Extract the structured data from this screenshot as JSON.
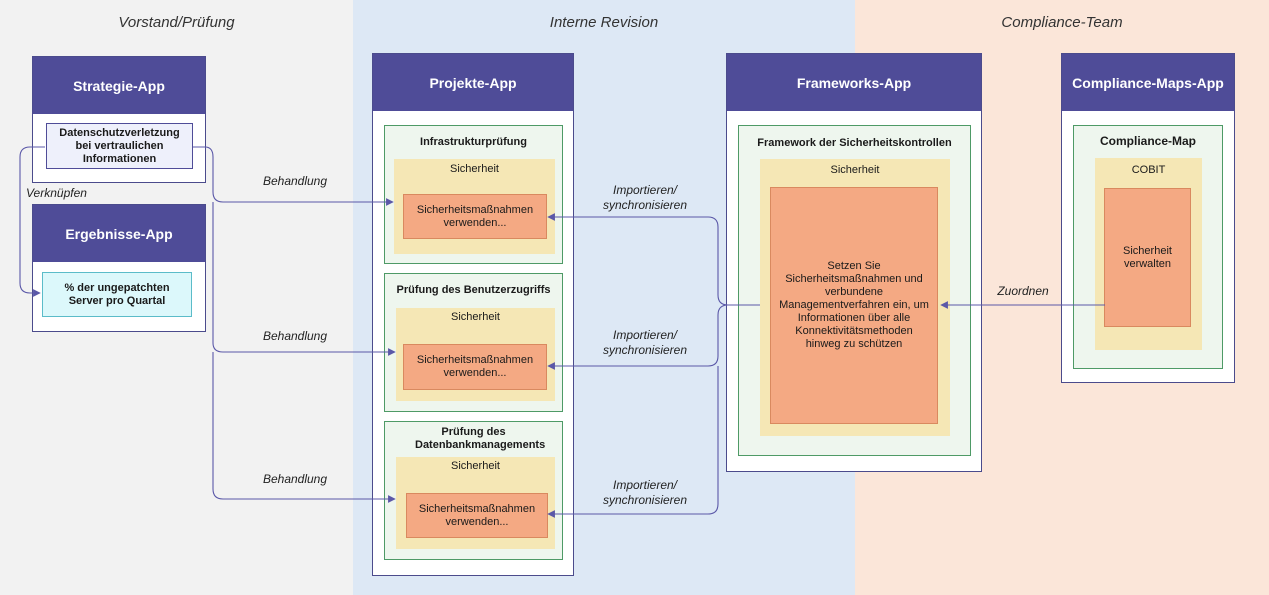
{
  "lanes": {
    "board": "Vorstand/Prüfung",
    "internal": "Interne Revision",
    "compliance": "Compliance-Team"
  },
  "colors": {
    "lane_board": "#f2f2f2",
    "lane_internal": "#dde8f5",
    "lane_compliance": "#fbe6d9",
    "app_header": "#4f4c98",
    "connector": "#5b58a8"
  },
  "strategy_app": {
    "title": "Strategie-App",
    "item": "Datenschutzverletzung bei vertraulichen Informationen"
  },
  "results_app": {
    "title": "Ergebnisse-App",
    "item": "% der ungepatchten Server pro Quartal"
  },
  "projects_app": {
    "title": "Projekte-App",
    "audits": [
      {
        "title": "Infrastrukturprüfung",
        "category": "Sicherheit",
        "task": "Sicherheitsmaßnahmen verwenden..."
      },
      {
        "title": "Prüfung des Benutzerzugriffs",
        "category": "Sicherheit",
        "task": "Sicherheitsmaßnahmen verwenden..."
      },
      {
        "title": "Prüfung des Datenbankmanagements",
        "category": "Sicherheit",
        "task": "Sicherheitsmaßnahmen verwenden..."
      }
    ]
  },
  "frameworks_app": {
    "title": "Frameworks-App",
    "framework_title": "Framework der Sicherheitskontrollen",
    "category": "Sicherheit",
    "control": "Setzen Sie Sicherheitsmaßnahmen und verbundene Managementverfahren ein, um Informationen über alle Konnektivitätsmethoden hinweg zu schützen"
  },
  "compliance_maps_app": {
    "title": "Compliance-Maps-App",
    "map_title": "Compliance-Map",
    "category": "COBIT",
    "item": "Sicherheit verwalten"
  },
  "connectors": {
    "link": "Verknüpfen",
    "handling": [
      "Behandlung",
      "Behandlung",
      "Behandlung"
    ],
    "import_sync": [
      "Importieren/ synchronisieren",
      "Importieren/ synchronisieren",
      "Importieren/ synchronisieren"
    ],
    "map": "Zuordnen"
  }
}
